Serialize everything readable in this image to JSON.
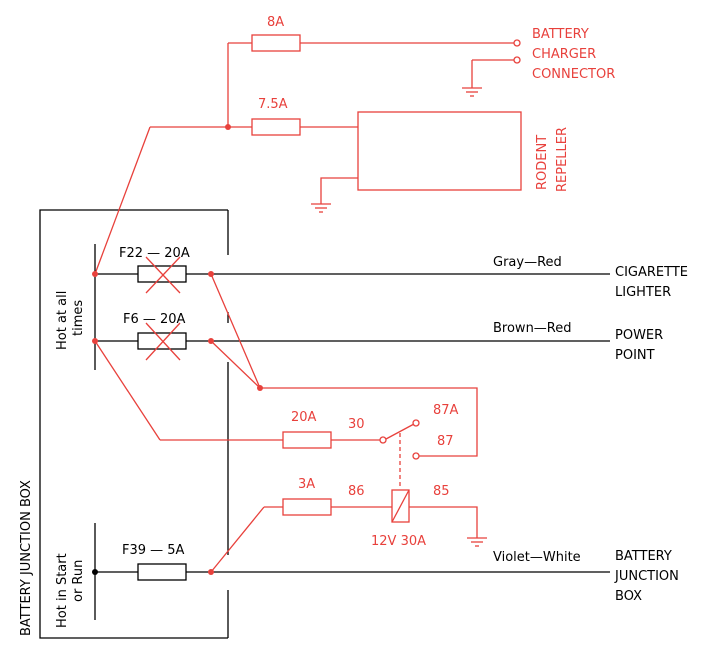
{
  "labels": {
    "battery_junction_box_vertical": "BATTERY JUNCTION BOX",
    "hot_at_all_times_line1": "Hot at all",
    "hot_at_all_times_line2": "times",
    "hot_in_start_line1": "Hot in Start",
    "hot_in_start_line2": "or Run",
    "rodent_line1": "RODENT",
    "rodent_line2": "REPELLER"
  },
  "fuses": {
    "f_8a": "8A",
    "f_7_5a": "7.5A",
    "f22": "F22 — 20A",
    "f6": "F6 — 20A",
    "f_20a": "20A",
    "f_3a": "3A",
    "f39": "F39 — 5A"
  },
  "wires": {
    "gray_red": "Gray—Red",
    "brown_red": "Brown—Red",
    "violet_white": "Violet—White"
  },
  "relay": {
    "pin_30": "30",
    "pin_87a": "87A",
    "pin_87": "87",
    "pin_86": "86",
    "pin_85": "85",
    "rating": "12V 30A"
  },
  "destinations": {
    "battery_charger": [
      "BATTERY",
      "CHARGER",
      "CONNECTOR"
    ],
    "cigarette_lighter": [
      "CIGARETTE",
      "LIGHTER"
    ],
    "power_point": [
      "POWER",
      "POINT"
    ],
    "battery_junction_box": [
      "BATTERY",
      "JUNCTION",
      "BOX"
    ]
  },
  "colors": {
    "modified_wiring": "#e8413c",
    "factory_wiring": "#000000",
    "background": "#ffffff"
  }
}
